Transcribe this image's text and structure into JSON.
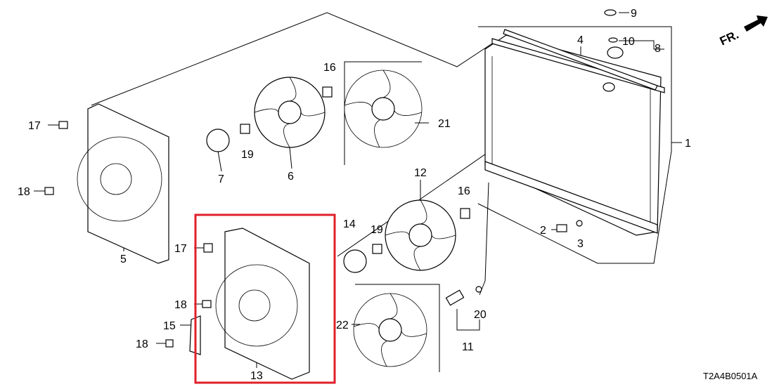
{
  "diagram_code": "T2A4B0501A",
  "front_indicator": "FR.",
  "highlight_color": "#e0202a",
  "callouts": {
    "radiator": "1",
    "drain_plug": "2",
    "o_ring_drain": "3",
    "upper_seal": "4",
    "shroud_left": "5",
    "fan_left": "6",
    "motor_left": "7",
    "cap_assembly": "8",
    "cap_top": "9",
    "cap_seal": "10",
    "sensor_assembly": "11",
    "fan_right": "12",
    "shroud_right": "13",
    "motor_right": "14",
    "bracket": "15",
    "nut_upper": "16",
    "nut_lower": "16",
    "bolt_17_left": "17",
    "bolt_17_right": "17",
    "bolt_18_left": "18",
    "bolt_18_right": "18",
    "bolt_18_bracket": "18",
    "collar_left": "19",
    "collar_right": "19",
    "o_ring_sensor": "20",
    "fan_alt_upper": "21",
    "fan_alt_lower": "22"
  }
}
